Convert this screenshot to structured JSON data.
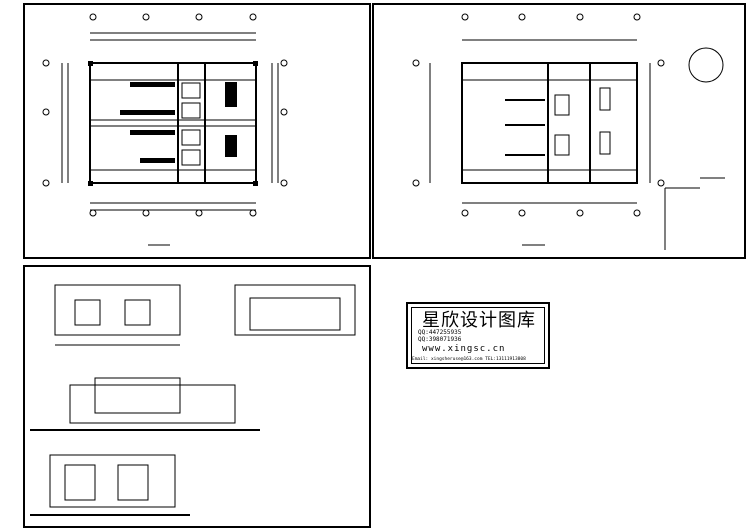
{
  "watermark": {
    "title": "星欣设计图库",
    "qq1": "QQ:447255935",
    "qq2": "QQ:398071936",
    "url": "www.xingsc.cn",
    "contact": "Email: xingsheruse@163.com  TEL:13111913808"
  },
  "colors": {
    "line": "#000000",
    "background": "#ffffff"
  }
}
